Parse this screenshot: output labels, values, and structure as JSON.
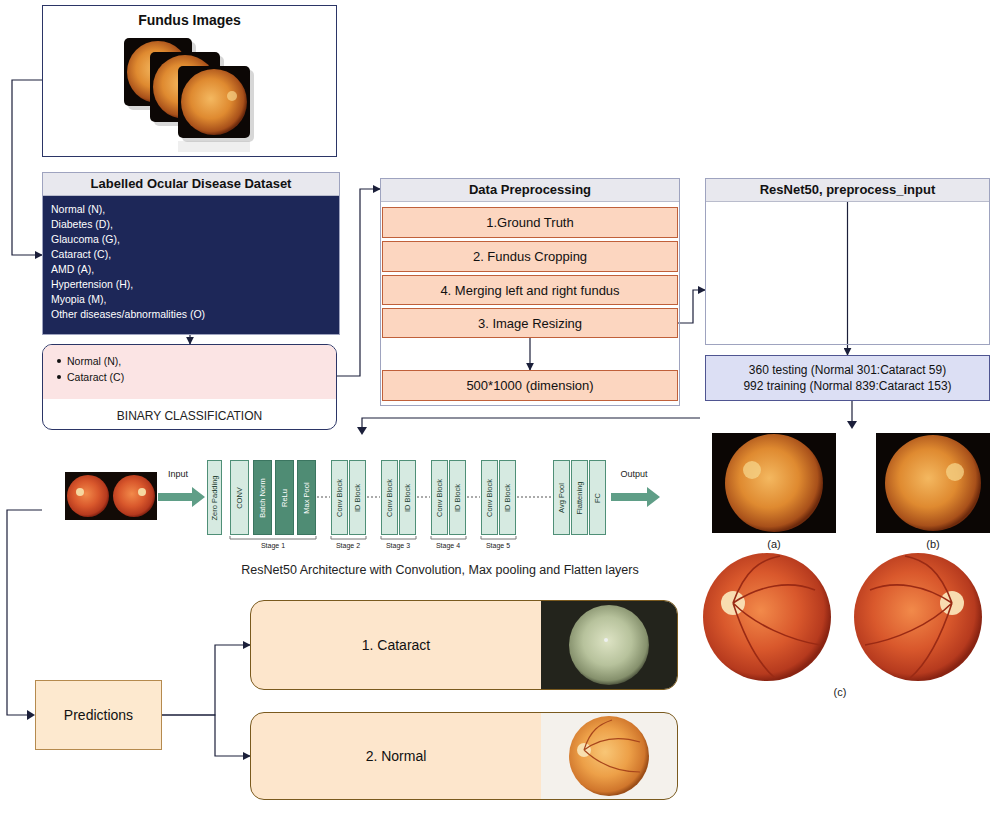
{
  "diagram": {
    "nodes": [
      {
        "text": [
          "Fundus Images"
        ]
      },
      {
        "text": [
          "Labelled Ocular Disease Dataset",
          "Normal (N),",
          "Diabetes (D),",
          "Glaucoma (G),",
          "Cataract (C),",
          "AMD (A),",
          "Hypertension (H),",
          "Myopia (M),",
          "Other diseases/abnormalities (O)"
        ]
      },
      {
        "text": [
          "Normal (N),",
          "Cataract (C)",
          "BINARY CLASSIFICATION"
        ]
      },
      {
        "text": [
          "Data Preprocessing"
        ]
      },
      {
        "text": [
          "1.Ground Truth"
        ],
        "in": 3
      },
      {
        "text": [
          "2. Fundus Cropping"
        ],
        "in": 3
      },
      {
        "text": [
          "4. Merging left and right fundus"
        ],
        "in": 3
      },
      {
        "text": [
          "3. Image Resizing"
        ],
        "in": 3
      },
      {
        "text": [
          "500*1000 (dimension)"
        ],
        "in": 3
      },
      {
        "text": [
          "ResNet50, preprocess_input"
        ]
      },
      {
        "text": [
          "360 testing (Normal 301:Cataract 59)",
          "992 training (Normal 839:Cataract 153)"
        ]
      },
      {
        "text": [
          "Zero Padding"
        ]
      },
      {
        "text": [
          "CONV"
        ]
      },
      {
        "text": [
          "Batch Norm"
        ]
      },
      {
        "text": [
          "ReLu"
        ]
      },
      {
        "text": [
          "Max Pool"
        ]
      },
      {
        "text": [
          "Conv Block"
        ]
      },
      {
        "text": [
          "ID Block"
        ]
      },
      {
        "text": [
          "Conv Block"
        ]
      },
      {
        "text": [
          "ID Block"
        ]
      },
      {
        "text": [
          "Conv Block"
        ]
      },
      {
        "text": [
          "ID Block"
        ]
      },
      {
        "text": [
          "Conv Block"
        ]
      },
      {
        "text": [
          "ID Block"
        ]
      },
      {
        "text": [
          "Avg Pool"
        ]
      },
      {
        "text": [
          "Flattening"
        ]
      },
      {
        "text": [
          "FC"
        ]
      },
      {
        "text": [
          "Predictions"
        ]
      },
      {
        "text": [
          "1. Cataract"
        ]
      },
      {
        "text": [
          "2. Normal"
        ]
      }
    ],
    "edges": [
      {
        "from": 0,
        "to": 1,
        "arrow": "to"
      },
      {
        "from": 1,
        "to": 2,
        "arrow": "to"
      },
      {
        "from": 2,
        "to": 3,
        "arrow": "to"
      },
      {
        "from": 7,
        "to": 8,
        "arrow": "to"
      },
      {
        "from": 7,
        "to": 9,
        "arrow": "to"
      },
      {
        "from": 9,
        "to": 10,
        "arrow": "to"
      },
      {
        "from": 27,
        "to": 28,
        "arrow": "to"
      },
      {
        "from": 27,
        "to": 29,
        "arrow": "to"
      }
    ],
    "labels": [
      "(a)",
      "(b)",
      "(c)",
      "Input",
      "Output",
      "Stage 1",
      "Stage 2",
      "Stage 3",
      "Stage 4",
      "Stage 5",
      "ResNet50 Architecture with Convolution, Max pooling and Flatten layers"
    ]
  }
}
